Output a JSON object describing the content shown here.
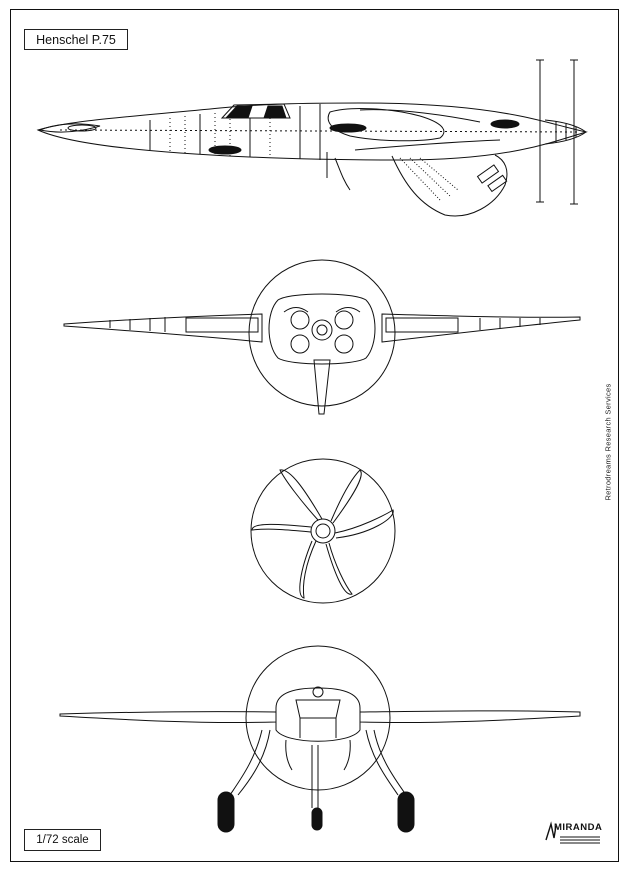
{
  "drawing": {
    "title": "Henschel P.75",
    "scale": "1/72 scale",
    "credit": "Retrodreams Research Services",
    "signature": "MIRANDA"
  },
  "views": [
    {
      "view": "side"
    },
    {
      "view": "rear"
    },
    {
      "view": "propeller"
    },
    {
      "view": "front"
    }
  ]
}
